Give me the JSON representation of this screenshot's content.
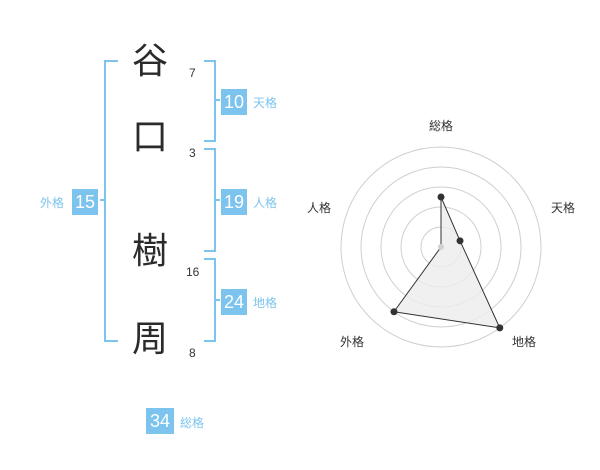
{
  "name": {
    "characters": [
      {
        "char": "谷",
        "strokes": "7"
      },
      {
        "char": "口",
        "strokes": "3"
      },
      {
        "char": "樹",
        "strokes": "16"
      },
      {
        "char": "周",
        "strokes": "8"
      }
    ]
  },
  "fortune": {
    "tenkaku": {
      "value": "10",
      "label": "天格"
    },
    "jinkaku": {
      "value": "19",
      "label": "人格"
    },
    "chikaku": {
      "value": "24",
      "label": "地格"
    },
    "gaikaku": {
      "value": "15",
      "label": "外格"
    },
    "soukaku": {
      "value": "34",
      "label": "総格"
    }
  },
  "radar": {
    "labels": [
      "総格",
      "天格",
      "地格",
      "外格",
      "人格"
    ],
    "values": [
      0.5,
      0.2,
      1.0,
      0.8,
      0.0
    ],
    "colors": {
      "ring": "#cfcfcf",
      "fill": "#ececec",
      "line": "#333333",
      "center": "#d0d0d0"
    }
  }
}
